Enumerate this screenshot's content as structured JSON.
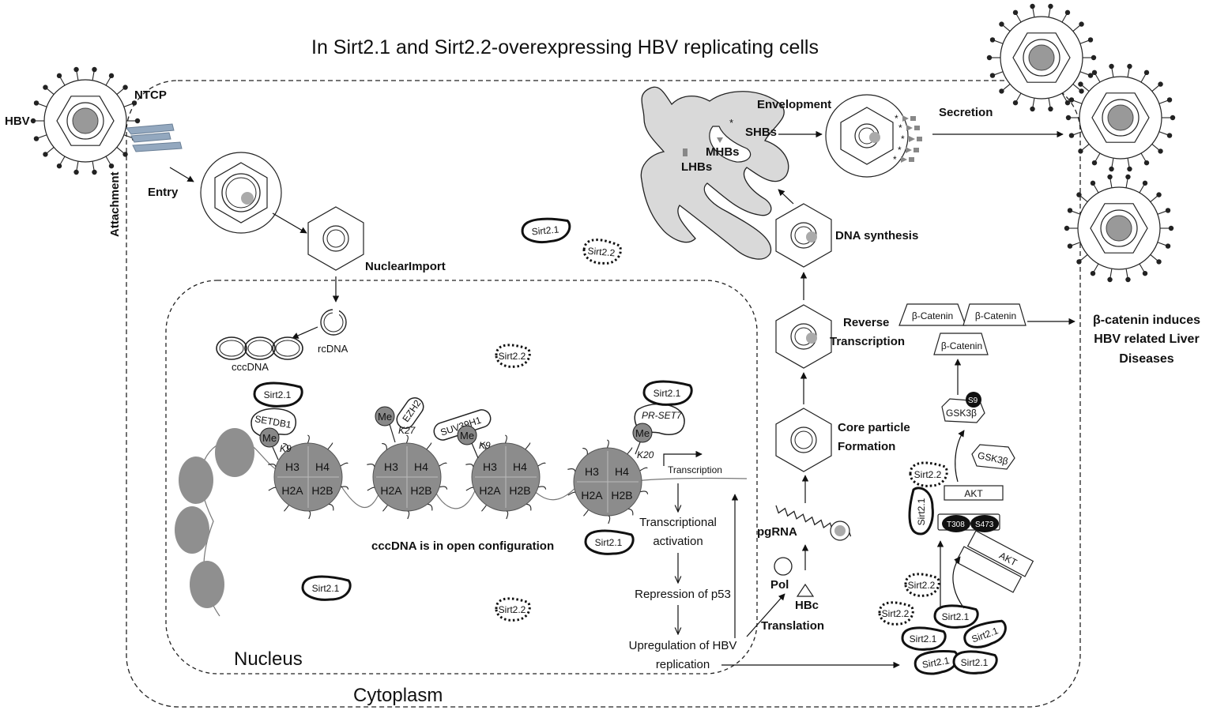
{
  "title": "In Sirt2.1 and Sirt2.2-overexpressing HBV replicating cells",
  "compartments": {
    "nucleus": "Nucleus",
    "cytoplasm": "Cytoplasm"
  },
  "entry": {
    "hbv": "HBV",
    "ntcp": "NTCP",
    "attachment": "Attachment",
    "entry": "Entry",
    "nuclear_import": "NuclearImport",
    "rcdna": "rcDNA",
    "cccdna": "cccDNA"
  },
  "proteins": {
    "sirt21": "Sirt2.1",
    "sirt22": "Sirt2.2",
    "setdb1": "SETDB1",
    "ezh2": "EZH2",
    "suv39h1": "SUV39H1",
    "prset7": "PR-SET7",
    "me": "Me",
    "k9": "K9",
    "k27": "K27",
    "k20": "K20"
  },
  "histones": {
    "h3": "H3",
    "h4": "H4",
    "h2a": "H2A",
    "h2b": "H2B"
  },
  "nucleus_text": {
    "open_config": "cccDNA is in open configuration",
    "transcription": "Transcription",
    "activation_1": "Transcriptional",
    "activation_2": "activation",
    "p53": "Repression of p53",
    "upreg_1": "Upregulation of HBV",
    "upreg_2": "replication"
  },
  "replication": {
    "pgrna": "pgRNA",
    "pol": "Pol",
    "hbc": "HBc",
    "translation": "Translation",
    "core_1": "Core particle",
    "core_2": "Formation",
    "rt_1": "Reverse",
    "rt_2": "Transcription",
    "dna_synthesis": "DNA synthesis",
    "envelopment": "Envelopment",
    "secretion": "Secretion",
    "lhbs": "LHBs",
    "mhbs": "MHBs",
    "shbs": "SHBs"
  },
  "signaling": {
    "beta_catenin": "β-Catenin",
    "gsk3b": "GSK3β",
    "s9": "S9",
    "akt": "AKT",
    "t308": "T308",
    "s473": "S473",
    "outcome_1": "β-catenin induces",
    "outcome_2": "HBV related Liver",
    "outcome_3": "Diseases"
  }
}
